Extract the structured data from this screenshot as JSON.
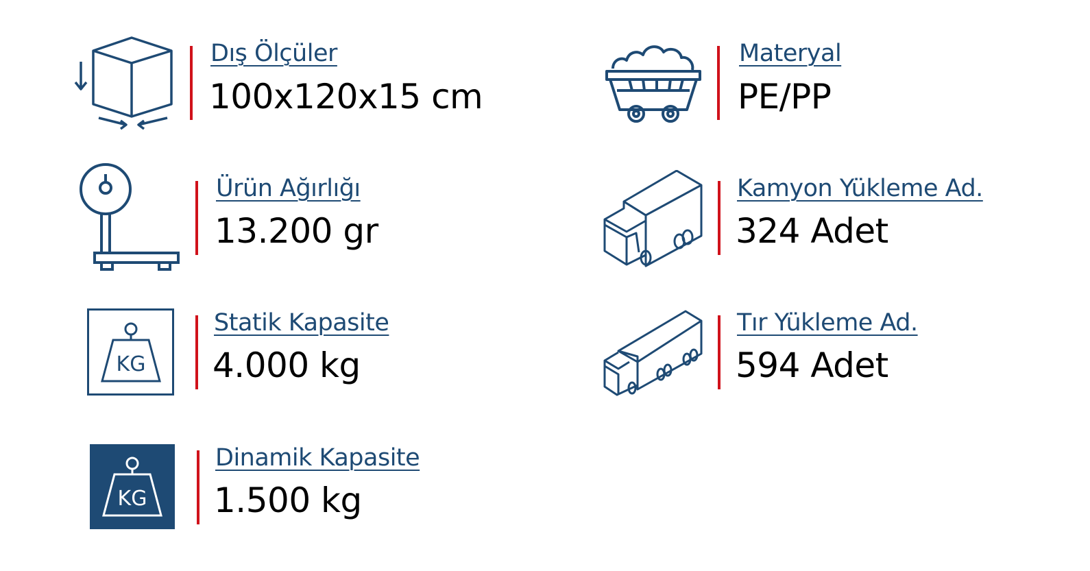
{
  "colors": {
    "brand": "#1e4a74",
    "accent": "#d0121b",
    "text": "#000000"
  },
  "items": [
    {
      "icon": "box-dimensions-icon",
      "title": "Dış Ölçüler",
      "value": "100x120x15 cm"
    },
    {
      "icon": "weighing-scale-icon",
      "title": "Ürün Ağırlığı",
      "value": "13.200 gr"
    },
    {
      "icon": "kg-weight-outline-icon",
      "title": "Statik Kapasite",
      "value": "4.000 kg"
    },
    {
      "icon": "kg-weight-filled-icon",
      "title": "Dinamik Kapasite",
      "value": "1.500 kg"
    },
    {
      "icon": "mine-cart-icon",
      "title": "Materyal",
      "value": "PE/PP"
    },
    {
      "icon": "truck-icon",
      "title": "Kamyon Yükleme Ad.",
      "value": "324 Adet"
    },
    {
      "icon": "semi-trailer-truck-icon",
      "title": "Tır Yükleme Ad.",
      "value": "594 Adet"
    }
  ],
  "icon_labels": {
    "kg": "KG"
  }
}
